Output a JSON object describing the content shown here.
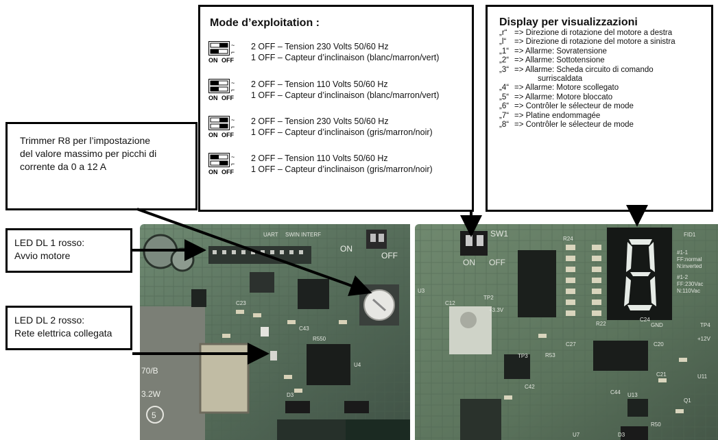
{
  "callouts": {
    "trimmer": [
      "Trimmer R8 per l’impostazione",
      "del valore massimo per picchi di",
      "corrente da 0 a 12 A"
    ],
    "led1": [
      "LED DL 1 rosso:",
      "Avvio motore"
    ],
    "led2": [
      "LED DL 2 rosso:",
      "Rete elettrica collegata"
    ]
  },
  "mode_panel": {
    "title": "Mode d’exploitation :",
    "switch_labels": {
      "on": "ON",
      "off": "OFF",
      "sym1": "~",
      "sym2": "⌐"
    },
    "rows": [
      {
        "line1": "2 OFF – Tension 230 Volts 50/60 Hz",
        "line2": "1 OFF – Capteur d’inclinaison (blanc/marron/vert)",
        "switch2_on": false,
        "switch1_on": true
      },
      {
        "line1": "2 OFF – Tension 110 Volts 50/60 Hz",
        "line2": "1 OFF – Capteur d’inclinaison (blanc/marron/vert)",
        "switch2_on": true,
        "switch1_on": true
      },
      {
        "line1": "2 OFF – Tension 230 Volts 50/60 Hz",
        "line2": "1 OFF – Capteur d’inclinaison (gris/marron/noir)",
        "switch2_on": false,
        "switch1_on": false
      },
      {
        "line1": "2 OFF – Tension 110 Volts 50/60 Hz",
        "line2": "1 OFF – Capteur d’inclinaison (gris/marron/noir)",
        "switch2_on": true,
        "switch1_on": false
      }
    ]
  },
  "display_panel": {
    "title": "Display per visualizzazioni",
    "items": [
      {
        "key": "„r“",
        "text": "=> Direzione di rotazione del motore a destra"
      },
      {
        "key": "„l“",
        "text": "=> Direzione di rotazione del motore a sinistra"
      },
      {
        "key": "„1“",
        "text": "=> Allarme: Sovratensione"
      },
      {
        "key": "„2“",
        "text": "=> Allarme: Sottotensione"
      },
      {
        "key": "„3“",
        "text": "=> Allarme: Scheda circuito di comando"
      },
      {
        "key": "",
        "text": "surriscaldata"
      },
      {
        "key": "„4“",
        "text": "=> Allarme: Motore scollegato"
      },
      {
        "key": "„5“",
        "text": "=> Allarme: Motore bloccato"
      },
      {
        "key": "„6“",
        "text": "=> Contrôler le sélecteur de mode"
      },
      {
        "key": "„7“",
        "text": "=> Platine endommagée"
      },
      {
        "key": "„8“",
        "text": "=> Contrôler le sélecteur de mode"
      }
    ]
  },
  "board_left": {
    "silk_uart": "UART",
    "silk_swin": "SWIN INTERF",
    "silk_on": "ON",
    "silk_off": "OFF",
    "silk_rb": "70/B",
    "silk_w": "3.2W",
    "silk_num": "5",
    "silk_c23": "C23",
    "silk_u4": "U4",
    "silk_r550": "R550",
    "silk_d3": "D3",
    "silk_c43": "C43"
  },
  "board_right": {
    "silk_sw1": "SW1",
    "silk_on": "ON",
    "silk_off": "OFF",
    "silk_fid": "FID1",
    "silk_legend": [
      "#1-1",
      "FF:normal",
      "N:inverted",
      "#1-2",
      "FF:230Vac",
      "N:110Vac"
    ],
    "silk_tp2": "TP2",
    "silk_tp3": "TP3",
    "silk_tp4": "TP4",
    "silk_12v": "+12V",
    "silk_33v": "+3.3V",
    "silk_gnd": "GND",
    "silk_u11": "U11",
    "silk_u13": "U13",
    "silk_u7": "U7",
    "silk_r22": "R22",
    "silk_c24": "C24",
    "silk_c12": "C12",
    "silk_c20": "C20",
    "silk_c27": "C27",
    "silk_c21": "C21",
    "silk_c42": "C42",
    "silk_c44": "C44",
    "silk_r53": "R53",
    "silk_r50": "R50",
    "silk_q1": "Q1",
    "silk_d3": "D3",
    "silk_u3": "U3",
    "silk_r24": "R24"
  },
  "colors": {
    "pcb_green": "#5d7560",
    "pcb_dark": "#34433a",
    "segment": "#e6ebe6",
    "border": "#000000"
  }
}
